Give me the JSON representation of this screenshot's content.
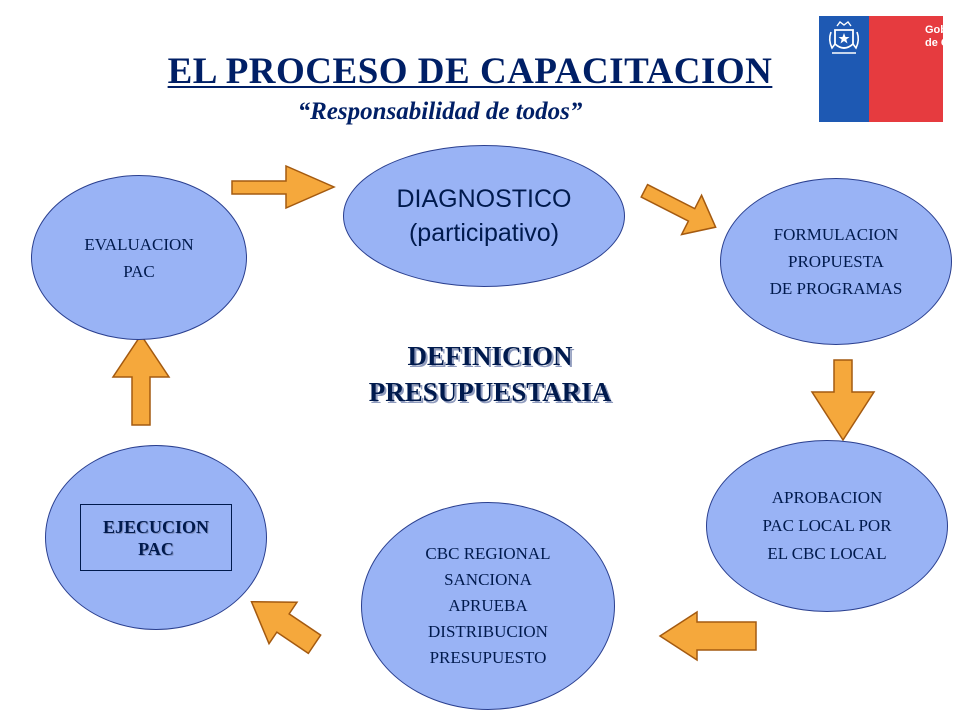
{
  "title": "EL  PROCESO  DE  CAPACITACION",
  "subtitle": "“Responsabilidad de todos”",
  "logo": {
    "line1": "Gobierno",
    "line2": "de Chile",
    "colors": {
      "blue": "#1e59b3",
      "red": "#e63b3f"
    }
  },
  "center": {
    "line1": "DEFINICION",
    "line2": "PRESUPUESTARIA"
  },
  "nodes": {
    "diagnostico": {
      "line1": "DIAGNOSTICO",
      "line2": "(participativo)"
    },
    "formulacion": {
      "line1": "FORMULACION",
      "line2": "PROPUESTA",
      "line3": "DE PROGRAMAS"
    },
    "aprobacion": {
      "line1": "APROBACION",
      "line2": "PAC LOCAL POR",
      "line3": "EL CBC LOCAL"
    },
    "cbc": {
      "line1": "CBC REGIONAL",
      "line2": "SANCIONA",
      "line3": "APRUEBA",
      "line4": "DISTRIBUCION",
      "line5": "PRESUPUESTO"
    },
    "ejecucion": {
      "line1": "EJECUCION",
      "line2": "PAC"
    },
    "evaluacion": {
      "line1": "EVALUACION",
      "line2": "PAC"
    }
  },
  "colors": {
    "node_fill": "#99b3f5",
    "arrow_fill": "#f5a83c",
    "text": "#001a4d"
  }
}
